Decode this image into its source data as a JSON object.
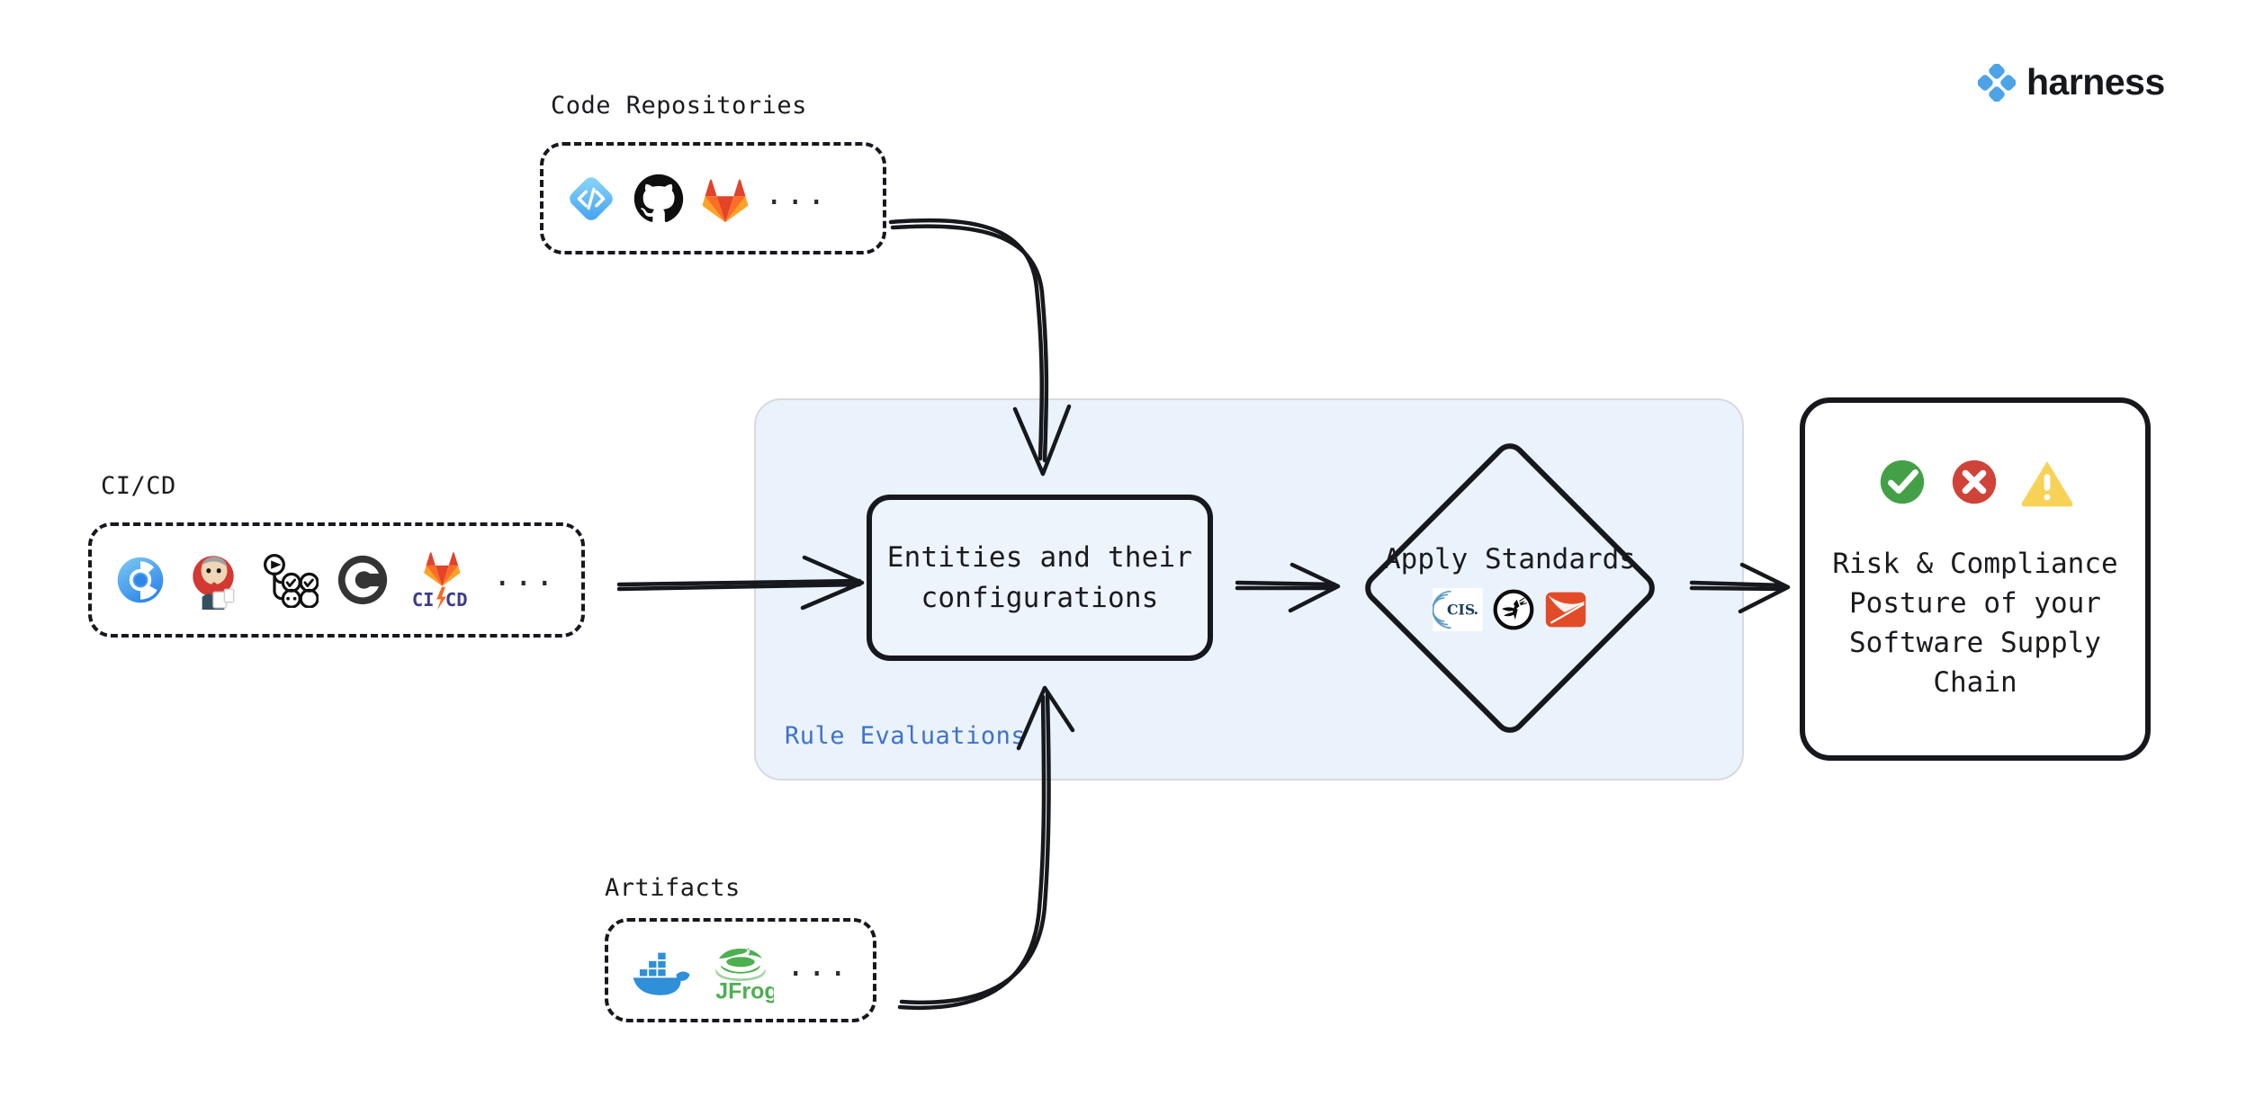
{
  "brand": {
    "name": "harness",
    "logo_icon": "harness-diamond-logo",
    "accent_blue": "#4da3e8",
    "word_color": "#16181d"
  },
  "groups": [
    {
      "id": "code-repositories",
      "label": "Code Repositories",
      "icons": [
        "harness-code-icon",
        "github-icon",
        "gitlab-icon"
      ],
      "more": "..."
    },
    {
      "id": "ci-cd",
      "label": "CI/CD",
      "icons": [
        "argo-cd-icon",
        "jenkins-icon",
        "pipeline-graph-icon",
        "circleci-icon",
        "gitlab-ci-cd-icon"
      ],
      "more": "..."
    },
    {
      "id": "artifacts",
      "label": "Artifacts",
      "icons": [
        "docker-icon",
        "jfrog-icon"
      ],
      "more": "..."
    }
  ],
  "panel": {
    "label": "Rule Evaluations",
    "label_color": "#3f72c9",
    "background": "#eaf2fb",
    "border_color": "#d8dade"
  },
  "entities": {
    "text": "Entities and their configurations"
  },
  "standards": {
    "title": "Apply Standards",
    "icons": [
      "cis-icon",
      "owasp-icon",
      "slsa-icon"
    ]
  },
  "result": {
    "text": "Risk & Compliance Posture of your Software Supply Chain",
    "icons": [
      "check-success-icon",
      "cross-error-icon",
      "warning-icon"
    ],
    "status_colors": {
      "success": "#43a047",
      "error": "#cf4338",
      "warning": "#f7d257"
    }
  },
  "flow": {
    "arrows": [
      {
        "name": "code-repos-to-entities",
        "from": "code-repositories",
        "to": "entities",
        "style": "curved-down"
      },
      {
        "name": "cicd-to-entities",
        "from": "ci-cd",
        "to": "entities",
        "style": "straight-right"
      },
      {
        "name": "artifacts-to-entities",
        "from": "artifacts",
        "to": "entities",
        "style": "curved-up"
      },
      {
        "name": "entities-to-standards",
        "from": "entities",
        "to": "standards",
        "style": "straight-right"
      },
      {
        "name": "standards-to-result",
        "from": "standards",
        "to": "result",
        "style": "straight-right"
      }
    ]
  }
}
